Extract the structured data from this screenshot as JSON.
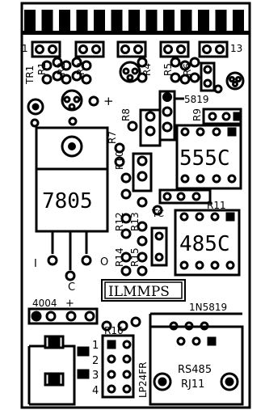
{
  "board": {
    "edge_connector": {
      "pin_first": "1",
      "pin_last": "13"
    },
    "labels": {
      "tr1": "TR1",
      "r1": "R1",
      "r2": "R2",
      "r3": "R3",
      "r4": "R4",
      "r5": "R5",
      "r6": "R6",
      "r7": "R7",
      "r8": "R8",
      "r9": "R9",
      "r10": "R10",
      "r12": "R12",
      "r13": "R13",
      "r14": "R14",
      "r15": "R15",
      "r16": "R16",
      "d5819": "5819",
      "ic_555": "555C",
      "r11": "R11",
      "tc": "TC",
      "reg_7805": "7805",
      "reg_i": "I",
      "reg_c": "C",
      "reg_o": "O",
      "ic_485": "485C",
      "brand": "ILMMPS",
      "d4004": "4004",
      "d1n5819": "1N5819",
      "header_nums": [
        "1",
        "2",
        "3",
        "4"
      ],
      "lp24fr": "LP24FR",
      "rs485": "RS485",
      "rj11": "RJ11",
      "plus": "+",
      "plus2": "+",
      "plus3": "+"
    }
  }
}
